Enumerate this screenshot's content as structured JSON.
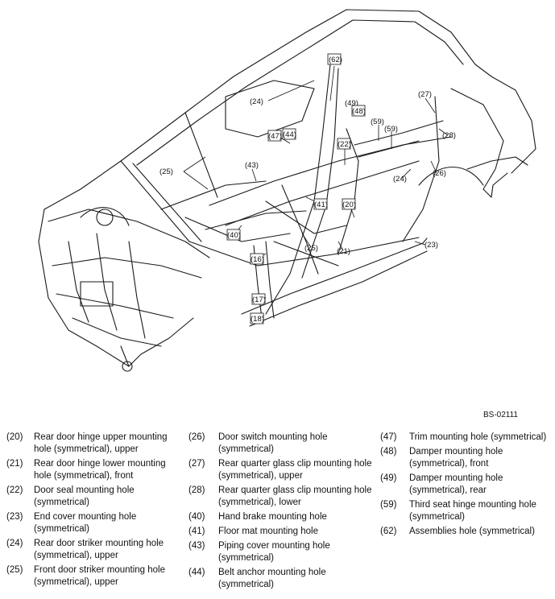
{
  "figure_code": "BS-02111",
  "callouts": [
    "(24)",
    "(62)",
    "(47)",
    "(44)",
    "(49)",
    "(48)",
    "(25)",
    "(43)",
    "(22)",
    "(27)",
    "(59)",
    "(59)",
    "(28)",
    "(24)",
    "(26)",
    "(41)",
    "(20)",
    "(40)",
    "(25)",
    "(21)",
    "(23)",
    "(16)",
    "(17)",
    "(18)"
  ],
  "legend_columns": [
    [
      {
        "num": "(20)",
        "text": "Rear door hinge upper mounting hole (symmetrical), upper"
      },
      {
        "num": "(21)",
        "text": "Rear door hinge lower mounting hole (symmetrical), front"
      },
      {
        "num": "(22)",
        "text": "Door seal mounting hole (symmetrical)"
      },
      {
        "num": "(23)",
        "text": "End cover mounting hole (symmetrical)"
      },
      {
        "num": "(24)",
        "text": "Rear door striker mounting hole (symmetrical), upper"
      },
      {
        "num": "(25)",
        "text": "Front door striker mounting hole (symmetrical), upper"
      }
    ],
    [
      {
        "num": "(26)",
        "text": "Door switch mounting hole (symmetrical)"
      },
      {
        "num": "(27)",
        "text": "Rear quarter glass clip mounting hole (symmetrical), upper"
      },
      {
        "num": "(28)",
        "text": "Rear quarter glass clip mounting hole (symmetrical), lower"
      },
      {
        "num": "(40)",
        "text": "Hand brake mounting hole"
      },
      {
        "num": "(41)",
        "text": "Floor mat mounting hole"
      },
      {
        "num": "(43)",
        "text": "Piping cover mounting hole (symmetrical)"
      },
      {
        "num": "(44)",
        "text": "Belt anchor mounting hole (symmetrical)"
      }
    ],
    [
      {
        "num": "(47)",
        "text": "Trim mounting hole (symmetrical)"
      },
      {
        "num": "(48)",
        "text": "Damper mounting hole (symmetrical), front"
      },
      {
        "num": "(49)",
        "text": "Damper mounting hole (symmetrical), rear"
      },
      {
        "num": "(59)",
        "text": "Third seat hinge mounting hole (symmetrical)"
      },
      {
        "num": "(62)",
        "text": "Assemblies hole (symmetrical)"
      }
    ]
  ]
}
